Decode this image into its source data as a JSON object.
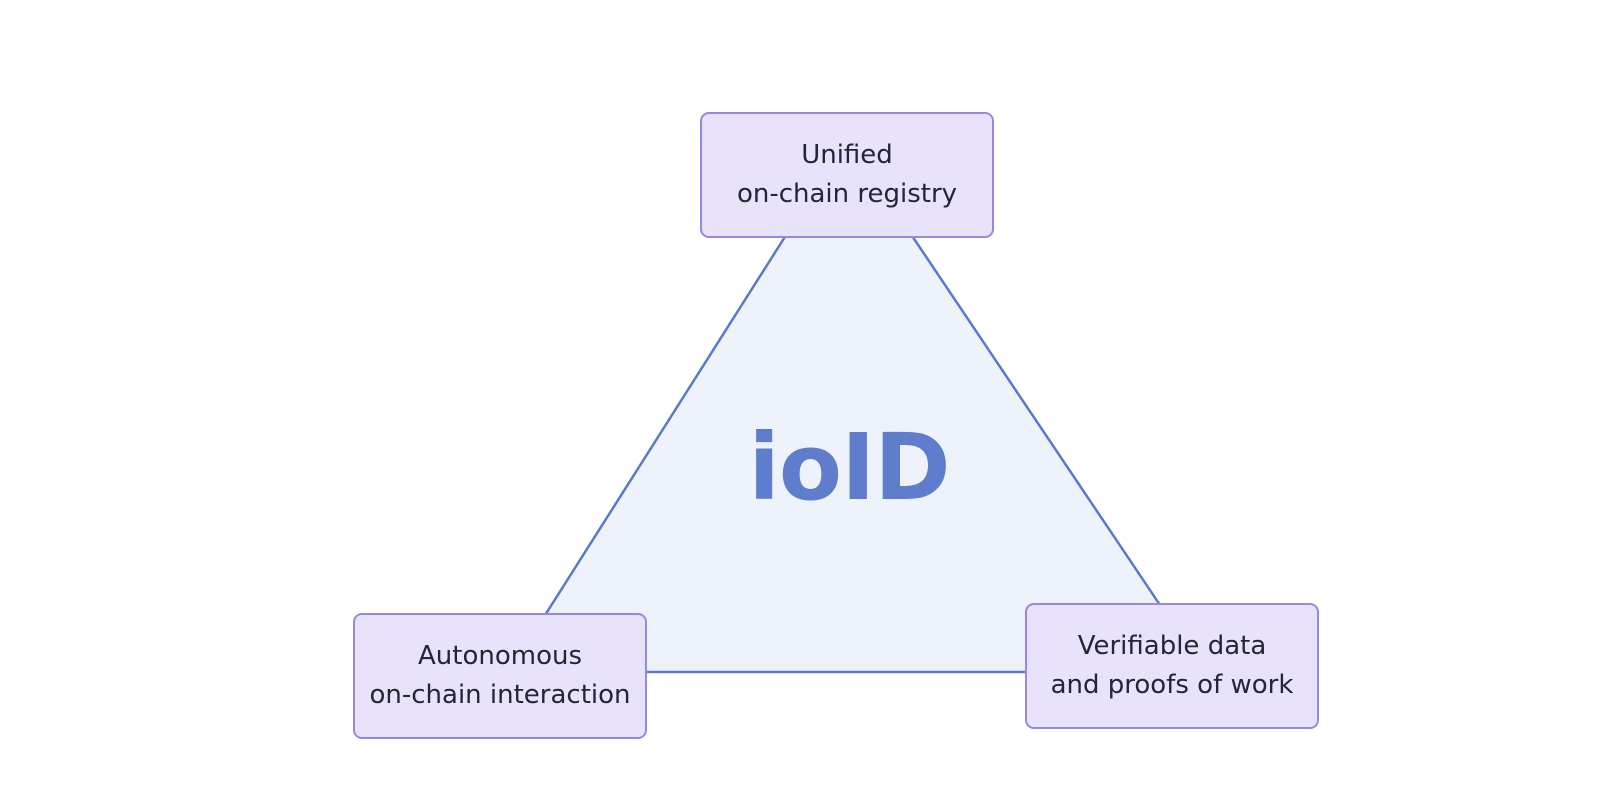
{
  "diagram": {
    "center_label": "ioID",
    "nodes": {
      "top": {
        "line1": "Unified",
        "line2": "on-chain registry"
      },
      "left": {
        "line1": "Autonomous",
        "line2": "on-chain interaction"
      },
      "right": {
        "line1": "Verifiable data",
        "line2": "and proofs of work"
      }
    },
    "colors": {
      "triangle_fill": "#eef2fb",
      "triangle_stroke": "#5a79c8",
      "node_fill": "#e8e3fb",
      "node_border": "#9b87e0",
      "center_text": "#5f7dcc",
      "node_text": "#24243a"
    }
  }
}
